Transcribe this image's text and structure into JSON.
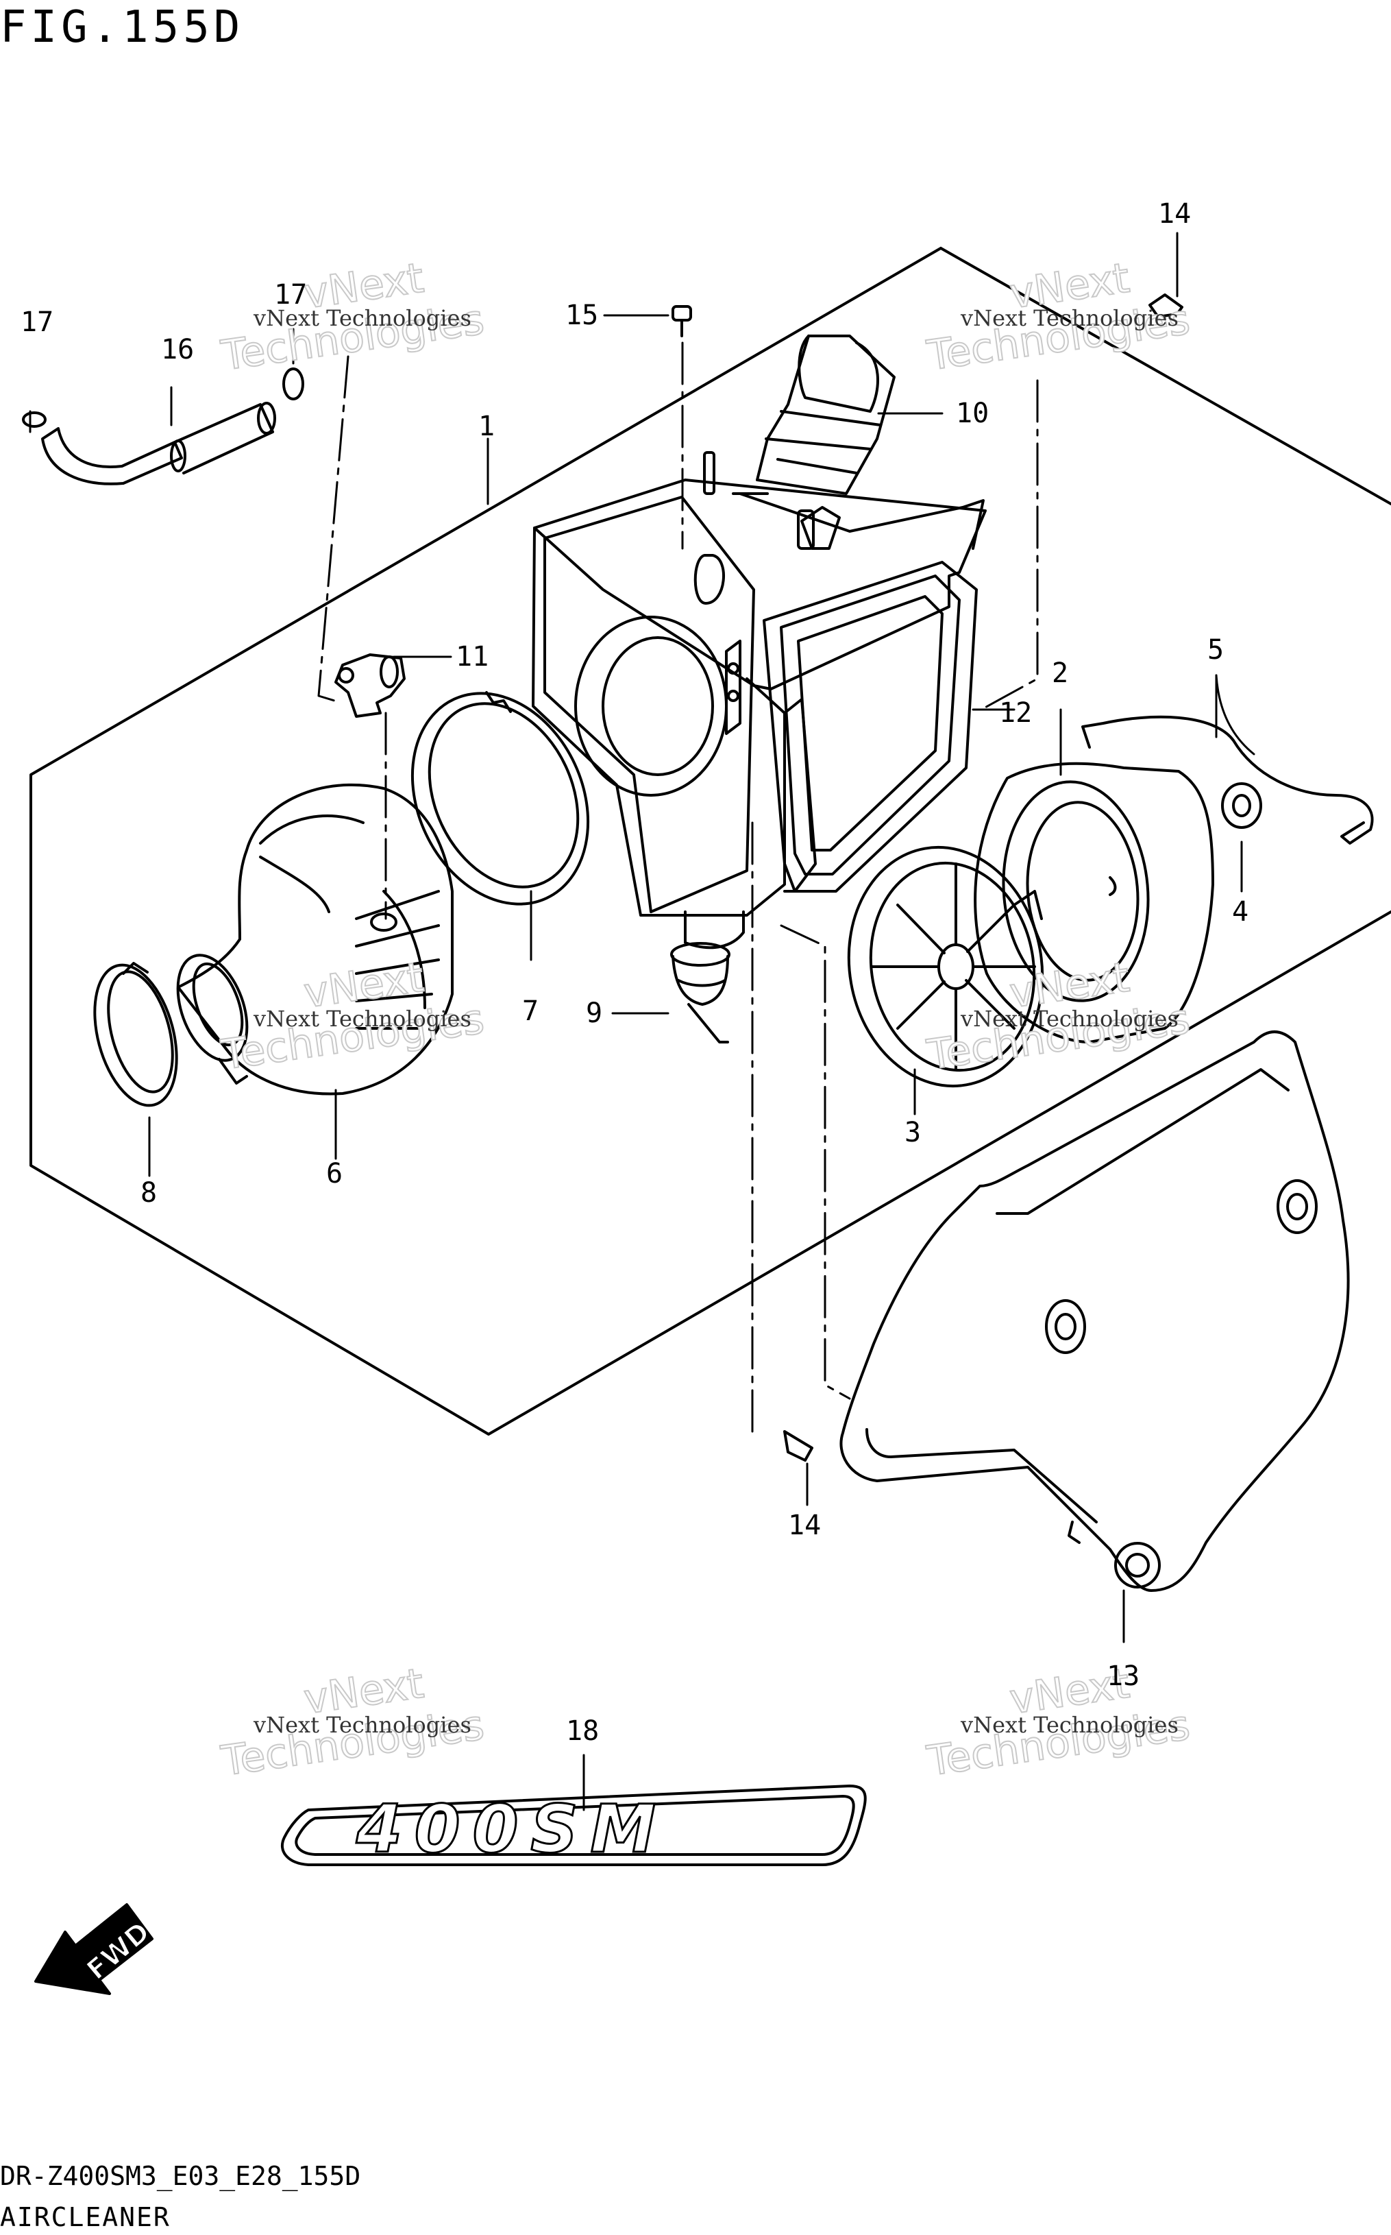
{
  "figure": {
    "title": "FIG.155D",
    "code": "DR-Z400SM3_E03_E28_155D",
    "subtitle": "AIRCLEANER"
  },
  "callouts": [
    {
      "id": "17a",
      "label": "17"
    },
    {
      "id": "17b",
      "label": "17"
    },
    {
      "id": "16",
      "label": "16"
    },
    {
      "id": "15",
      "label": "15"
    },
    {
      "id": "14a",
      "label": "14"
    },
    {
      "id": "1",
      "label": "1"
    },
    {
      "id": "10",
      "label": "10"
    },
    {
      "id": "11",
      "label": "11"
    },
    {
      "id": "12",
      "label": "12"
    },
    {
      "id": "2",
      "label": "2"
    },
    {
      "id": "5",
      "label": "5"
    },
    {
      "id": "4",
      "label": "4"
    },
    {
      "id": "7",
      "label": "7"
    },
    {
      "id": "9",
      "label": "9"
    },
    {
      "id": "3",
      "label": "3"
    },
    {
      "id": "8",
      "label": "8"
    },
    {
      "id": "6",
      "label": "6"
    },
    {
      "id": "14b",
      "label": "14"
    },
    {
      "id": "13",
      "label": "13"
    },
    {
      "id": "18",
      "label": "18"
    }
  ],
  "watermark": {
    "line1": "vNext Technologies",
    "line2": "vNext",
    "line3": "Technologies"
  },
  "decal": {
    "text": "400SM"
  },
  "fwd": {
    "text": "FWD"
  },
  "colors": {
    "line": "#000000",
    "background": "#ffffff",
    "watermark": "#c9c9c9"
  }
}
